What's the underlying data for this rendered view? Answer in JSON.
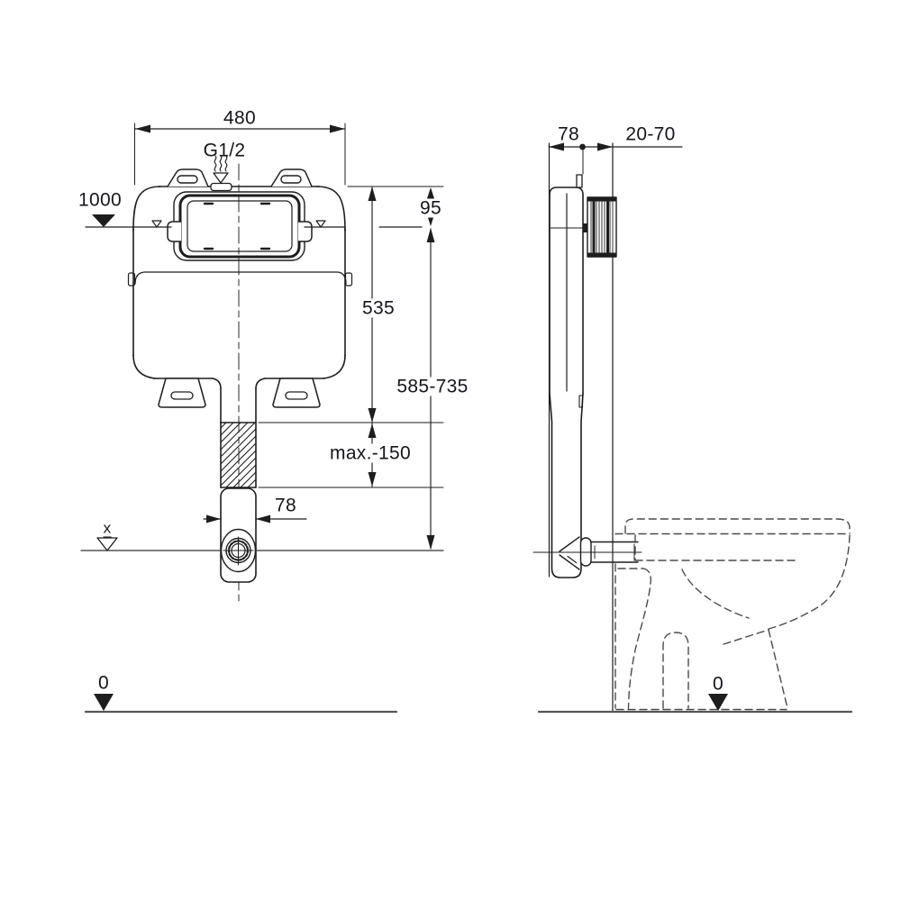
{
  "drawing": {
    "type": "sanitary-installation-technical-drawing",
    "front_view": {
      "dim_width": "480",
      "inlet_label": "G1/2",
      "level_1000": "1000",
      "dim_95": "95",
      "dim_535": "535",
      "dim_range": "585-735",
      "dim_max150": "max.-150",
      "dim_78": "78",
      "datum_x": "x",
      "datum_0": "0"
    },
    "side_view": {
      "dim_78": "78",
      "dim_2070": "20-70",
      "datum_0": "0"
    },
    "colors": {
      "line": "#1d1d1d",
      "floor_line": "#555555",
      "toilet_dashed": "#4a4a4a",
      "background": "#ffffff"
    }
  }
}
